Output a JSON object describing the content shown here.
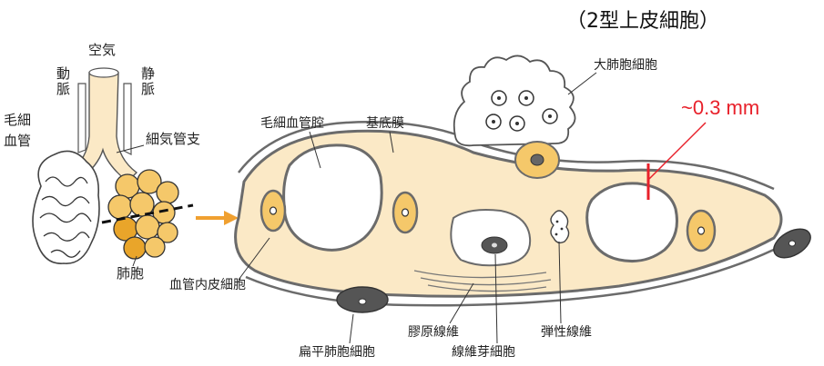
{
  "caption": "（2型上皮細胞）",
  "measurement": {
    "text": "~0.3 mm",
    "color": "#e8202a"
  },
  "colors": {
    "tissue": "#fbe9c6",
    "alveolus": "#f5c86a",
    "alveolus_dark": "#e9a52a",
    "membrane": "#6b6b6b",
    "nucleus": "#5a5a5a",
    "arrow": "#f0a030"
  },
  "left": {
    "air": "空気",
    "artery": "動脈",
    "vein": "静脈",
    "capillary": "毛細血管",
    "bronchiole": "細気管支",
    "alveoli": "肺胞"
  },
  "right": {
    "capillary_lumen": "毛細血管腔",
    "basement_membrane": "基底膜",
    "macrophage": "大肺胞細胞",
    "endothelial_cell": "血管内皮細胞",
    "squamous_cell": "扁平肺胞細胞",
    "collagen_fiber": "膠原線維",
    "fibroblast": "線維芽細胞",
    "elastic_fiber": "弾性線維"
  }
}
